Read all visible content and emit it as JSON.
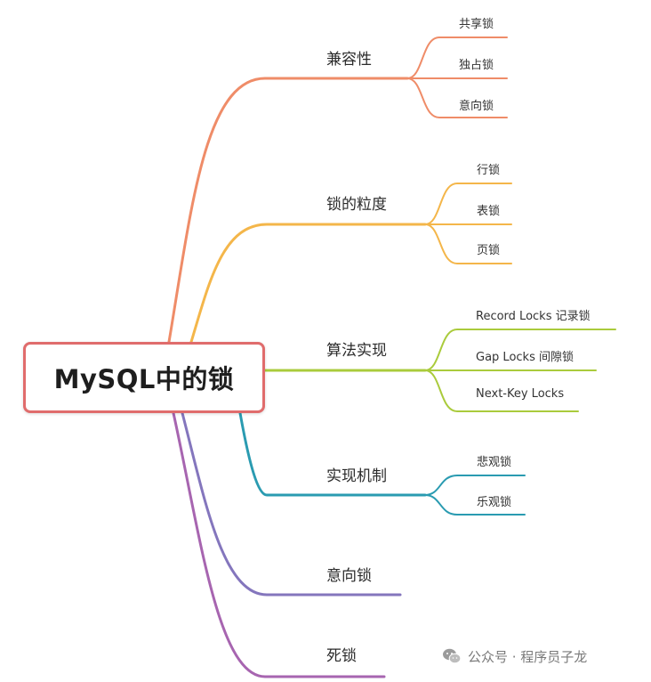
{
  "root": {
    "label": "MySQL中的锁"
  },
  "colors": {
    "compat": "#ef8c68",
    "granularity": "#f4b64a",
    "algorithm": "#aacb3c",
    "mechanism": "#2a9bb1",
    "intent": "#8476bd",
    "deadlock": "#a765b0",
    "root_border": "#e06c6c"
  },
  "branches": [
    {
      "id": "compat",
      "label": "兼容性",
      "children": [
        "共享锁",
        "独占锁",
        "意向锁"
      ]
    },
    {
      "id": "granularity",
      "label": "锁的粒度",
      "children": [
        "行锁",
        "表锁",
        "页锁"
      ]
    },
    {
      "id": "algorithm",
      "label": "算法实现",
      "children": [
        "Record Locks 记录锁",
        "Gap Locks 间隙锁",
        "Next-Key Locks"
      ]
    },
    {
      "id": "mechanism",
      "label": "实现机制",
      "children": [
        "悲观锁",
        "乐观锁"
      ]
    },
    {
      "id": "intent",
      "label": "意向锁",
      "children": []
    },
    {
      "id": "deadlock",
      "label": "死锁",
      "children": []
    }
  ],
  "watermark": {
    "icon": "wechat-icon",
    "text": "公众号 · 程序员子龙"
  }
}
